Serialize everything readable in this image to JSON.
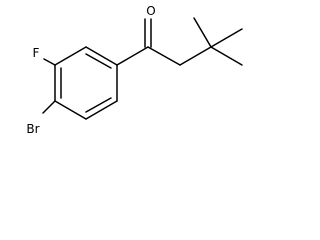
{
  "molecule": {
    "atoms": {
      "oxygen": "O",
      "fluorine": "F",
      "bromine": "Br"
    }
  }
}
